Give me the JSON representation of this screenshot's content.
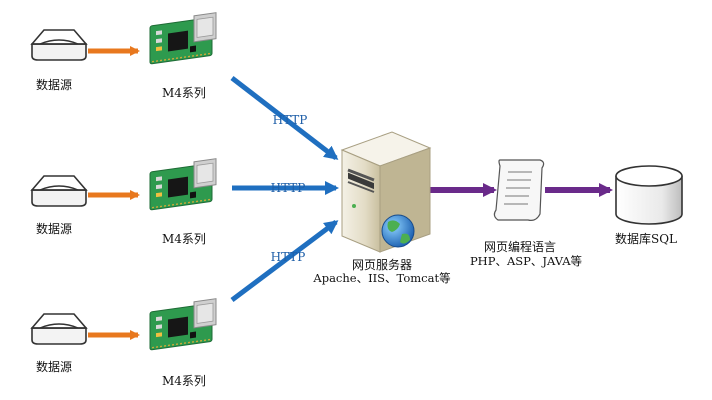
{
  "data_sources": [
    {
      "label": "数据源"
    },
    {
      "label": "数据源"
    },
    {
      "label": "数据源"
    }
  ],
  "modules": [
    {
      "label": "M4系列"
    },
    {
      "label": "M4系列"
    },
    {
      "label": "M4系列"
    }
  ],
  "connections": [
    {
      "label": "HTTP"
    },
    {
      "label": "HTTP"
    },
    {
      "label": "HTTP"
    }
  ],
  "server": {
    "title": "网页服务器",
    "subtitle": "Apache、IIS、Tomcat等"
  },
  "language": {
    "title": "网页编程语言",
    "subtitle": "PHP、ASP、JAVA等"
  },
  "database": {
    "label": "数据库SQL"
  },
  "colors": {
    "orange_arrow": "#e8781e",
    "blue_arrow": "#1f6fc0",
    "purple_arrow": "#6a2a8a",
    "pcb_green": "#2e9a4e"
  },
  "icons": {
    "data_source": "disk-drive-icon",
    "module": "m4-module-board-icon",
    "server": "server-tower-icon",
    "globe": "globe-icon",
    "document": "script-document-icon",
    "database": "database-cylinder-icon"
  }
}
